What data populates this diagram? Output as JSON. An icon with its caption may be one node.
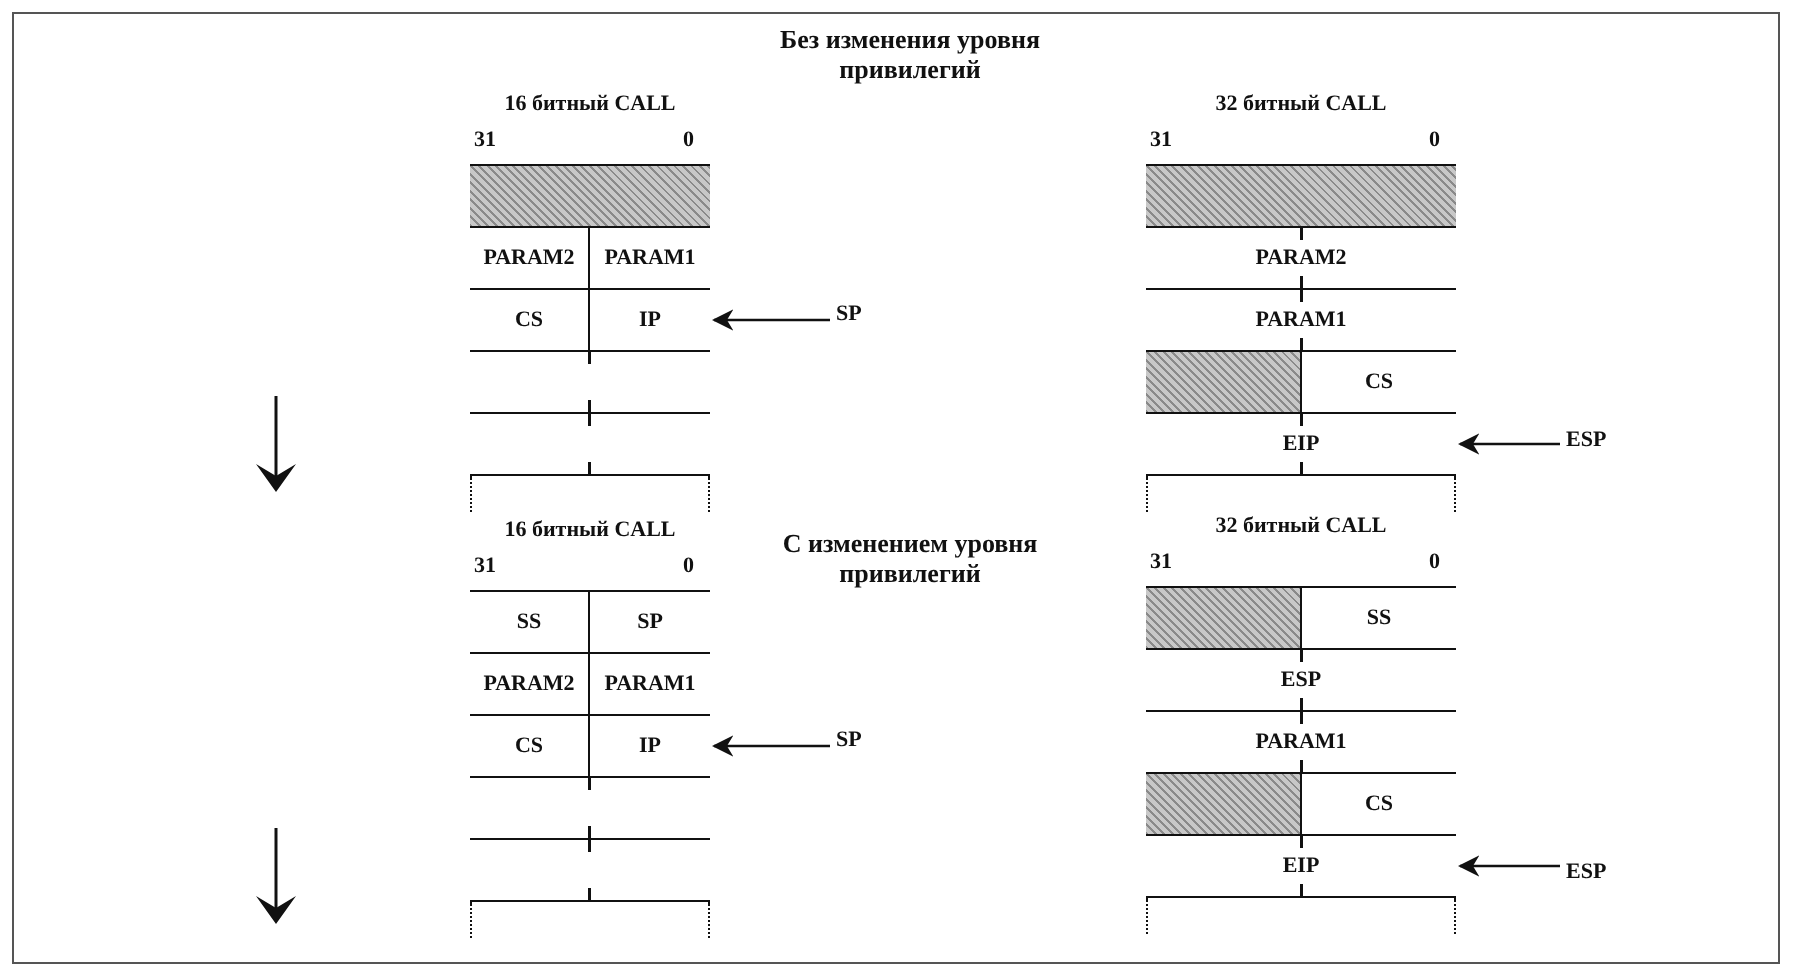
{
  "diagram": {
    "nodes": [
      {
        "text": [
          "16 битный CALL"
        ],
        "beside": [
          "31",
          "0"
        ]
      },
      {
        "text": [],
        "shape": "box",
        "in": 0
      },
      {
        "text": [
          "PARAM2"
        ],
        "in": 0
      },
      {
        "text": [
          "PARAM1"
        ],
        "in": 0
      },
      {
        "text": [
          "CS"
        ],
        "in": 0
      },
      {
        "text": [
          "IP"
        ],
        "in": 0
      },
      {
        "text": [],
        "shape": "box",
        "in": 0
      },
      {
        "text": [],
        "shape": "box",
        "in": 0
      },
      {
        "text": [
          "SP"
        ]
      },
      {
        "text": [
          "32 битный CALL"
        ],
        "beside": [
          "31",
          "0"
        ]
      },
      {
        "text": [],
        "shape": "box",
        "in": 9
      },
      {
        "text": [
          "PARAM2"
        ],
        "in": 9
      },
      {
        "text": [
          "PARAM1"
        ],
        "in": 9
      },
      {
        "text": [],
        "shape": "box",
        "in": 9
      },
      {
        "text": [
          "CS"
        ],
        "in": 9
      },
      {
        "text": [
          "EIP"
        ],
        "in": 9
      },
      {
        "text": [
          "ESP"
        ]
      },
      {
        "text": [
          "16 битный CALL"
        ],
        "beside": [
          "31",
          "0"
        ]
      },
      {
        "text": [
          "SS"
        ],
        "in": 17
      },
      {
        "text": [
          "SP"
        ],
        "in": 17
      },
      {
        "text": [
          "PARAM2"
        ],
        "in": 17
      },
      {
        "text": [
          "PARAM1"
        ],
        "in": 17
      },
      {
        "text": [
          "CS"
        ],
        "in": 17
      },
      {
        "text": [
          "IP"
        ],
        "in": 17
      },
      {
        "text": [],
        "shape": "box",
        "in": 17
      },
      {
        "text": [],
        "shape": "box",
        "in": 17
      },
      {
        "text": [
          "SP"
        ]
      },
      {
        "text": [
          "32 битный CALL"
        ],
        "beside": [
          "31",
          "0"
        ]
      },
      {
        "text": [],
        "shape": "box",
        "in": 27
      },
      {
        "text": [
          "SS"
        ],
        "in": 27
      },
      {
        "text": [
          "ESP"
        ],
        "in": 27
      },
      {
        "text": [
          "PARAM1"
        ],
        "in": 27
      },
      {
        "text": [],
        "shape": "box",
        "in": 27
      },
      {
        "text": [
          "CS"
        ],
        "in": 27
      },
      {
        "text": [
          "EIP"
        ],
        "in": 27
      },
      {
        "text": [
          "ESP"
        ]
      }
    ],
    "edges": [
      {
        "from": 8,
        "to": 5,
        "arrow": "to"
      },
      {
        "from": 16,
        "to": 15,
        "arrow": "to"
      },
      {
        "from": 26,
        "to": 23,
        "arrow": "to"
      },
      {
        "from": 35,
        "to": 34,
        "arrow": "to"
      }
    ],
    "labels": [
      "Без изменения уровня привилегий",
      "С изменением уровня привилегий"
    ]
  }
}
